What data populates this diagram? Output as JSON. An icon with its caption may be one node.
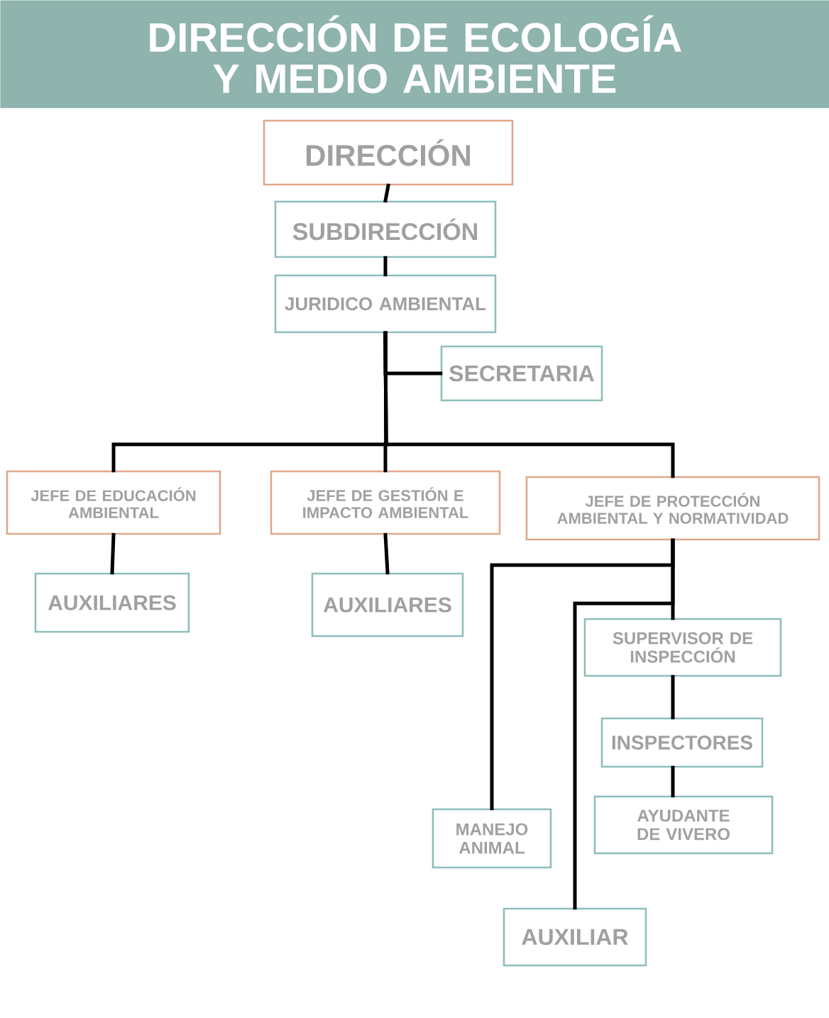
{
  "diagram": {
    "title": "DIRECCIÓN DE ECOLOGÍA Y MEDIO AMBIENTE",
    "nodes": [
      {
        "text": [
          "DIRECCIÓN"
        ]
      },
      {
        "text": [
          "SUBDIRECCIÓN"
        ]
      },
      {
        "text": [
          "JURIDICO AMBIENTAL"
        ]
      },
      {
        "text": [
          "SECRETARIA"
        ]
      },
      {
        "text": [
          "JEFE DE EDUCACIÓN AMBIENTAL"
        ]
      },
      {
        "text": [
          "JEFE DE GESTIÓN E IMPACTO AMBIENTAL"
        ]
      },
      {
        "text": [
          "JEFE DE PROTECCIÓN AMBIENTAL Y NORMATIVIDAD"
        ]
      },
      {
        "text": [
          "AUXILIARES"
        ]
      },
      {
        "text": [
          "AUXILIARES"
        ]
      },
      {
        "text": [
          "SUPERVISOR DE INSPECCIÓN"
        ]
      },
      {
        "text": [
          "INSPECTORES"
        ]
      },
      {
        "text": [
          "AYUDANTE DE VIVERO"
        ]
      },
      {
        "text": [
          "MANEJO ANIMAL"
        ]
      },
      {
        "text": [
          "AUXILIAR"
        ]
      }
    ],
    "edges": [
      {
        "from": 0,
        "to": 1,
        "arrow": "none"
      },
      {
        "from": 1,
        "to": 2,
        "arrow": "none"
      },
      {
        "from": 2,
        "to": 3,
        "arrow": "none"
      },
      {
        "from": 2,
        "to": 4,
        "arrow": "none"
      },
      {
        "from": 2,
        "to": 5,
        "arrow": "none"
      },
      {
        "from": 2,
        "to": 6,
        "arrow": "none"
      },
      {
        "from": 4,
        "to": 7,
        "arrow": "none"
      },
      {
        "from": 5,
        "to": 8,
        "arrow": "none"
      },
      {
        "from": 6,
        "to": 9,
        "arrow": "none"
      },
      {
        "from": 9,
        "to": 10,
        "arrow": "none"
      },
      {
        "from": 10,
        "to": 11,
        "arrow": "none"
      },
      {
        "from": 6,
        "to": 12,
        "arrow": "none"
      },
      {
        "from": 6,
        "to": 13,
        "arrow": "none"
      }
    ]
  }
}
